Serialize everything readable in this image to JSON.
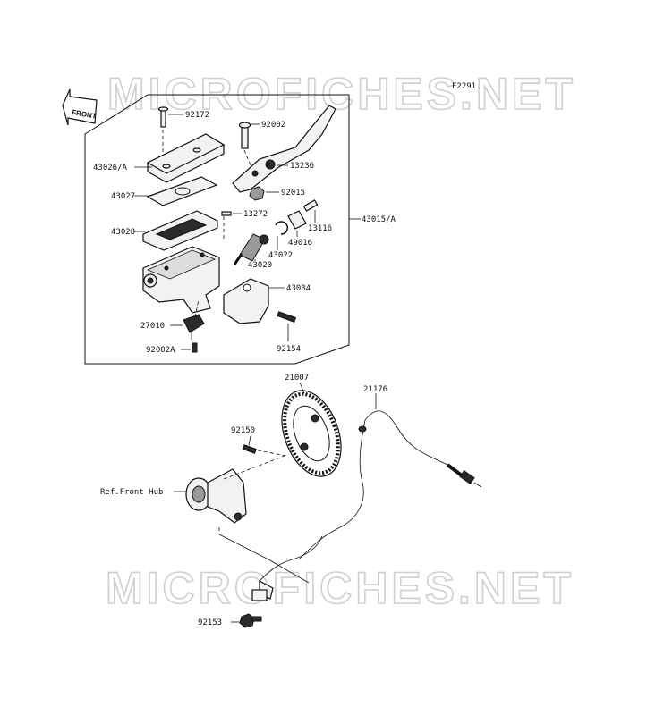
{
  "figure_code": "F2291",
  "watermark": "MICROFICHES.NET",
  "front_arrow_label": "FRONT",
  "labels": {
    "p92172": "92172",
    "p43026a": "43026/A",
    "p43027": "43027",
    "p43028": "43028",
    "p27010": "27010",
    "p92002a": "92002A",
    "p92002": "92002",
    "p13236": "13236",
    "p92015": "92015",
    "p13272": "13272",
    "p43015a": "43015/A",
    "p13116": "13116",
    "p49016": "49016",
    "p43022": "43022",
    "p43020": "43020",
    "p43034": "43034",
    "p92154": "92154",
    "p21007": "21007",
    "p21176": "21176",
    "p92150": "92150",
    "ref_front_hub": "Ref.Front Hub",
    "p92153": "92153"
  }
}
